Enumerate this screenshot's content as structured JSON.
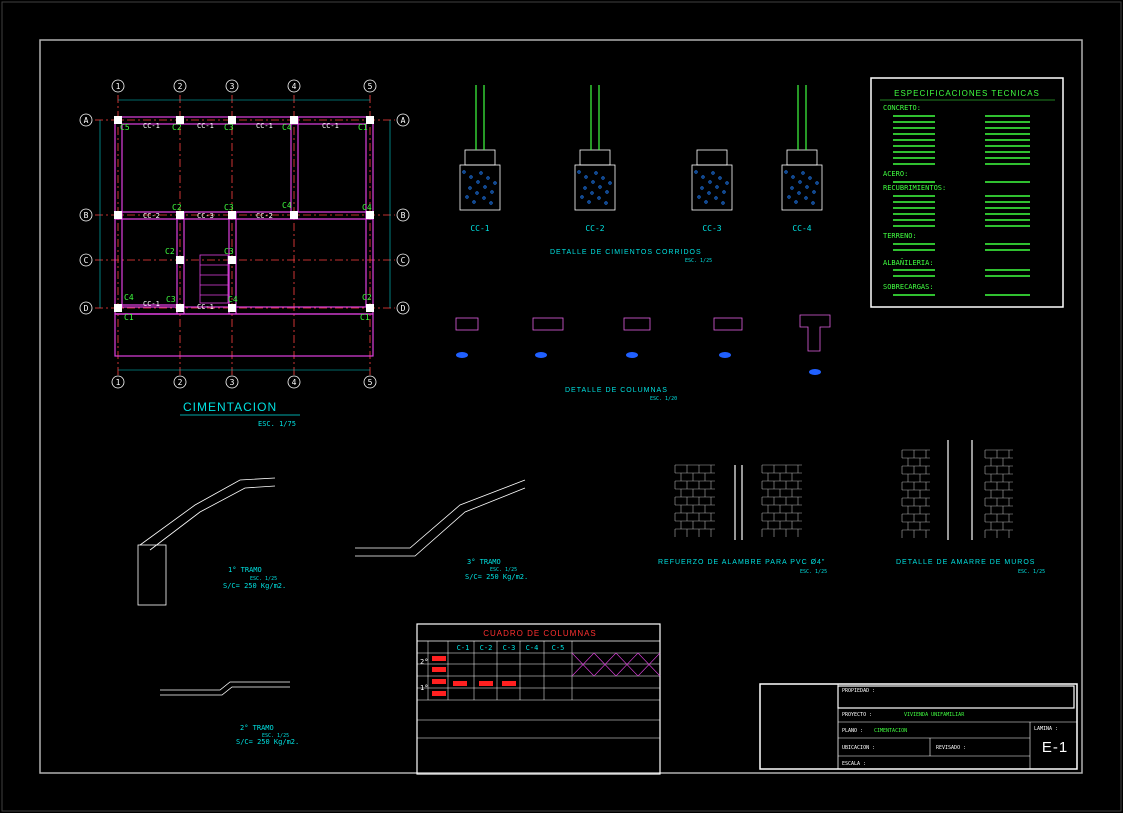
{
  "plan": {
    "axes_x": [
      "1",
      "2",
      "3",
      "4",
      "5"
    ],
    "axes_y": [
      "A",
      "B",
      "C",
      "D"
    ],
    "column_tags": [
      "C5",
      "C2",
      "C3",
      "C4",
      "C1",
      "C2",
      "C3",
      "C4",
      "C2",
      "C3",
      "C4",
      "C3",
      "C4",
      "C1",
      "C2",
      "C4",
      "C1"
    ],
    "wall_tags": [
      "CC-1",
      "CC-1",
      "CC-1",
      "CC-1",
      "CC-2",
      "CC-3",
      "CC-2",
      "CC-1",
      "CC-1"
    ],
    "title": "CIMENTACION",
    "scale": "ESC. 1/75"
  },
  "footings": {
    "labels": [
      "CC-1",
      "CC-2",
      "CC-3",
      "CC-4"
    ],
    "title": "DETALLE DE CIMIENTOS CORRIDOS",
    "scale": "ESC. 1/25"
  },
  "columns_detail": {
    "title": "DETALLE DE COLUMNAS",
    "scale": "ESC. 1/20"
  },
  "specs": {
    "title": "ESPECIFICACIONES TECNICAS",
    "sections": [
      "CONCRETO:",
      "ACERO:",
      "RECUBRIMIENTOS:",
      "TERRENO:",
      "ALBAÑILERIA:",
      "SOBRECARGAS:"
    ]
  },
  "stairs": {
    "tramo1": "1° TRAMO",
    "tramo1_load": "S/C= 250 Kg/m2.",
    "tramo3": "3° TRAMO",
    "tramo3_load": "S/C= 250 Kg/m2.",
    "tramo2": "2° TRAMO",
    "tramo2_load": "S/C= 250 Kg/m2.",
    "scale": "ESC. 1/25"
  },
  "reinforcement": {
    "title": "REFUERZO DE ALAMBRE PARA PVC Ø4\"",
    "scale": "ESC. 1/25"
  },
  "wall_tie": {
    "title": "DETALLE DE AMARRE DE MUROS",
    "scale": "ESC. 1/25"
  },
  "table": {
    "title": "CUADRO DE COLUMNAS",
    "headers": [
      "C-1",
      "C-2",
      "C-3",
      "C-4",
      "C-5"
    ],
    "floors": [
      "2°",
      "1°"
    ]
  },
  "titleblock": {
    "project_label": "PROYECTO :",
    "project": "VIVIENDA UNIFAMILIAR",
    "owner_label": "PROPIEDAD :",
    "plan_label": "PLANO :",
    "plan": "CIMENTACION",
    "location_label": "UBICACION :",
    "reviewed_label": "REVISADO :",
    "scale_label": "ESCALA :",
    "sheet_label": "LAMINA :",
    "sheet": "E-1"
  },
  "colors": {
    "background": "#000000",
    "frame": "#b0b0b0",
    "wall": "#e040e0",
    "axis": "#ff3030",
    "dim": "#00e0e0",
    "text": "#e0e0e0",
    "green": "#40ff40"
  }
}
